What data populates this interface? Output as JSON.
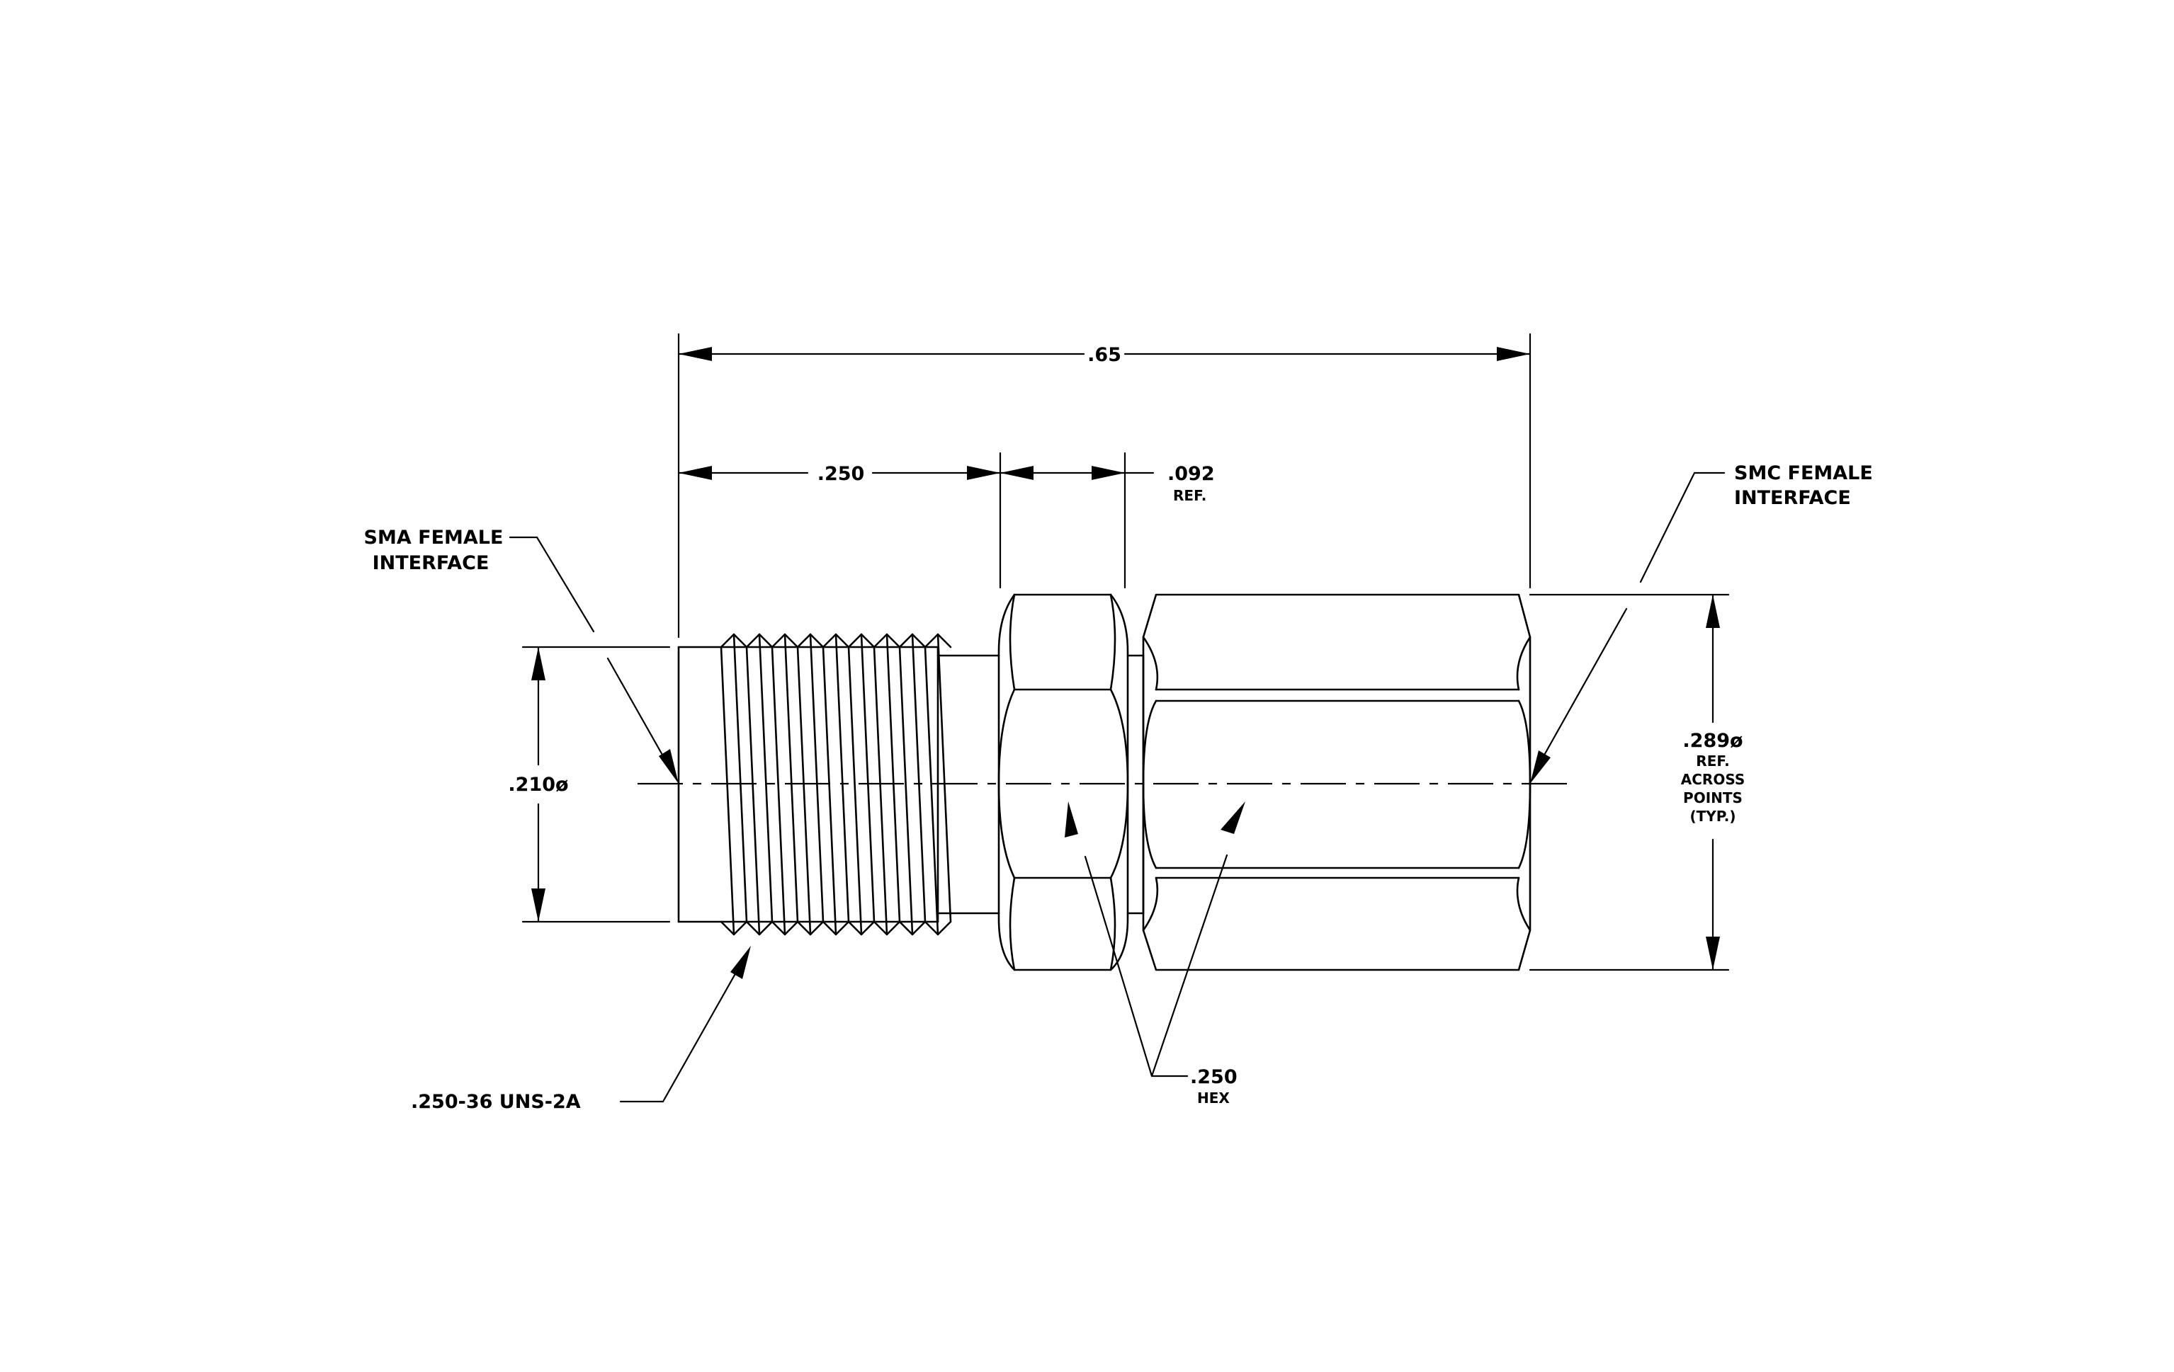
{
  "dimensions": {
    "overall_length": ".65",
    "sma_section_length": ".250",
    "hex_width": ".092",
    "hex_width_note": "REF.",
    "sma_diameter": ".210ø",
    "smc_diameter": ".289ø",
    "smc_diameter_note_1": "REF.",
    "smc_diameter_note_2": "ACROSS",
    "smc_diameter_note_3": "POINTS",
    "smc_diameter_note_4": "(TYP.)",
    "hex_size": ".250",
    "hex_size_note": "HEX"
  },
  "callouts": {
    "sma_line1": "SMA FEMALE",
    "sma_line2": "INTERFACE",
    "smc_line1": "SMC FEMALE",
    "smc_line2": "INTERFACE",
    "thread": ".250-36 UNS-2A"
  }
}
